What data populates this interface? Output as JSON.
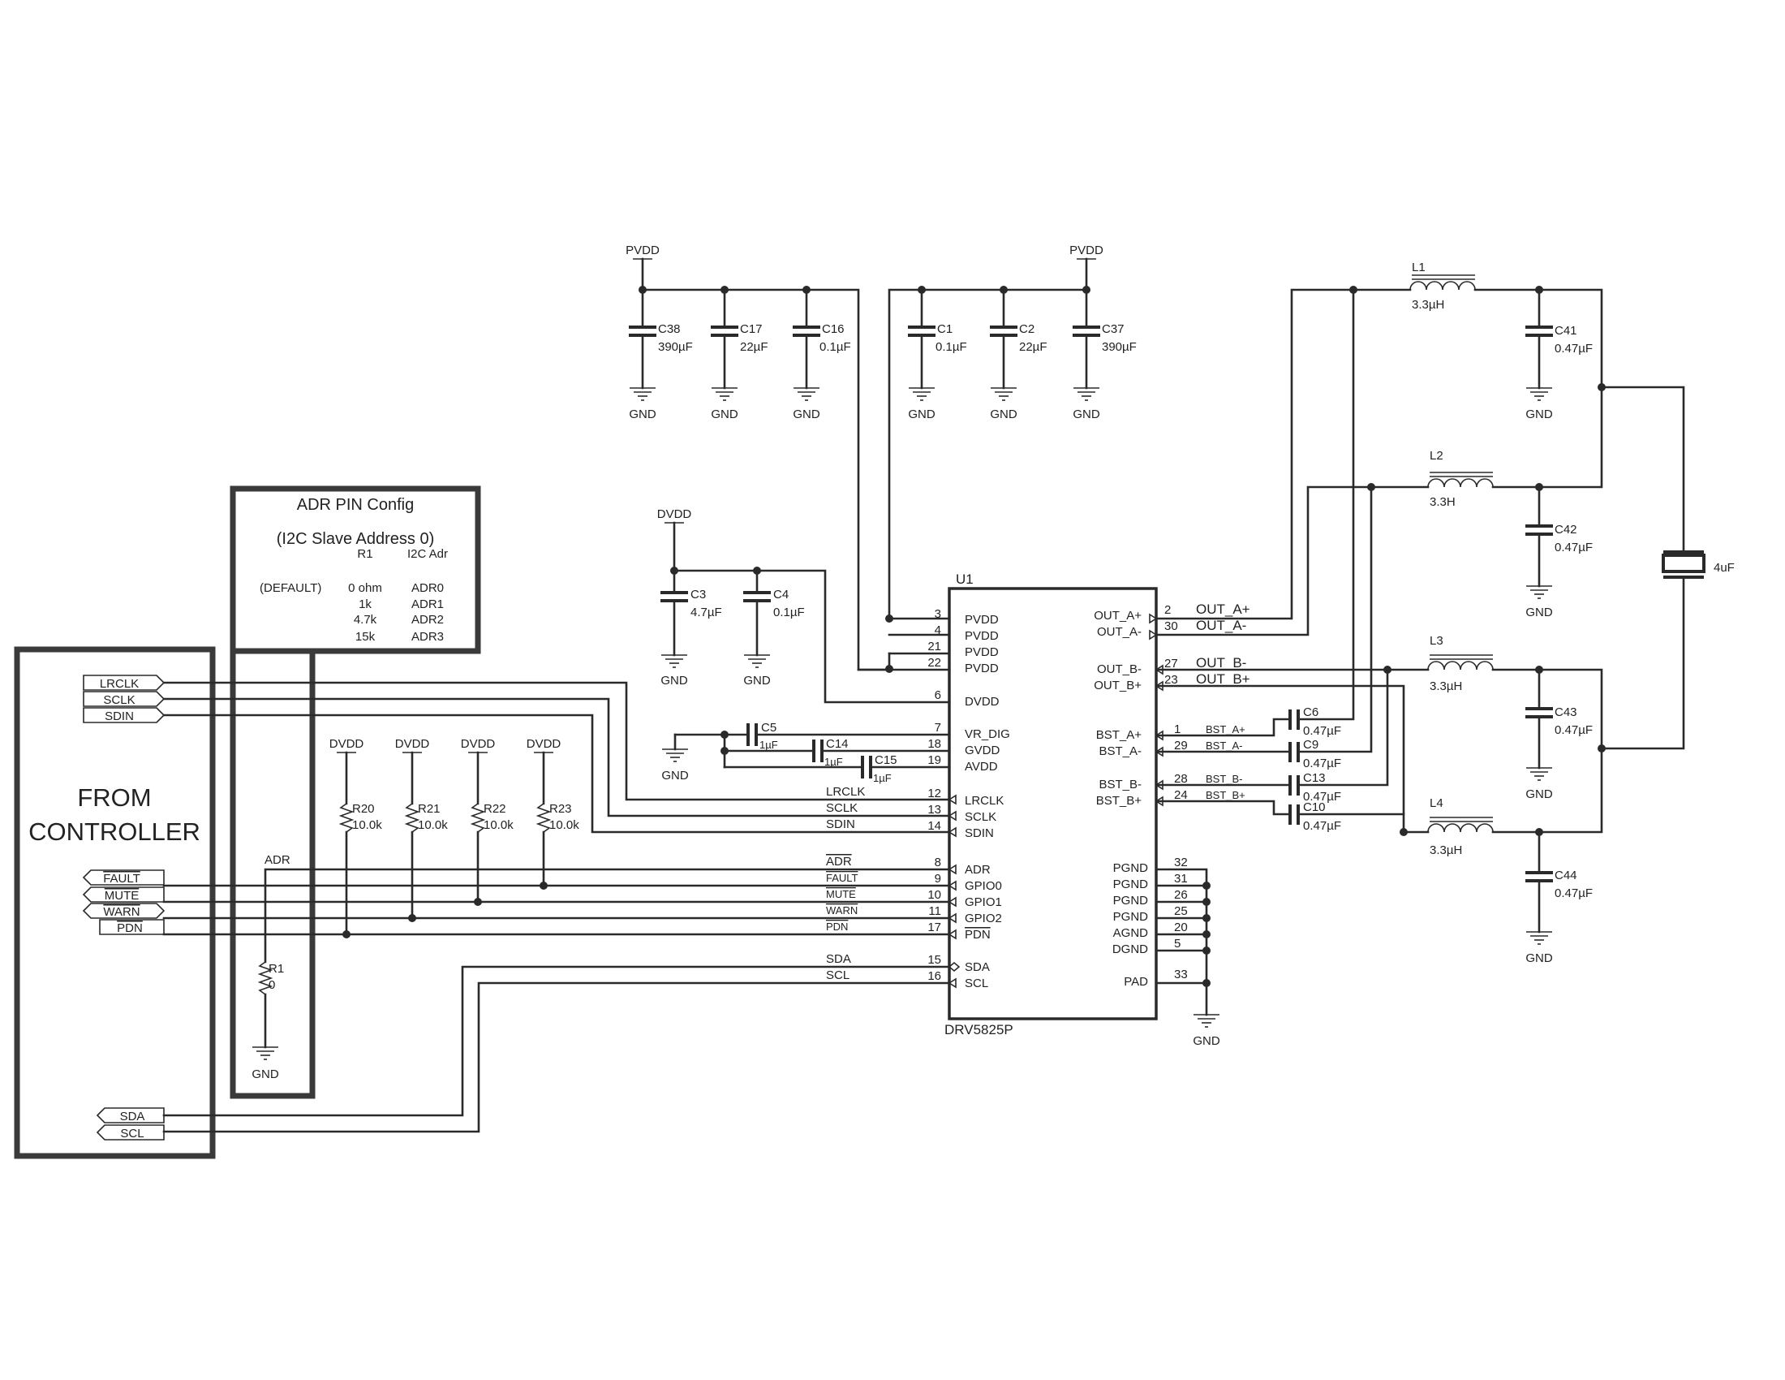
{
  "header": {
    "pvdd_left": "PVDD",
    "pvdd_right": "PVDD",
    "dvdd_top": "DVDD"
  },
  "controller": {
    "title_line1": "FROM",
    "title_line2": "CONTROLLER",
    "ports_top": [
      "LRCLK",
      "SCLK",
      "SDIN"
    ],
    "ports_mid": [
      "FAULT",
      "MUTE",
      "WARN",
      "PDN"
    ],
    "ports_bottom": [
      "SDA",
      "SCL"
    ]
  },
  "adr_config": {
    "title": "ADR PIN Config",
    "subtitle": "(I2C Slave Address 0)",
    "col_r1": "R1",
    "col_adr": "I2C Adr",
    "default_label": "(DEFAULT)",
    "rows": [
      {
        "r1": "0 ohm",
        "adr": "ADR0"
      },
      {
        "r1": "1k",
        "adr": "ADR1"
      },
      {
        "r1": "4.7k",
        "adr": "ADR2"
      },
      {
        "r1": "15k",
        "adr": "ADR3"
      }
    ],
    "adr_net": "ADR",
    "r1_ref": "R1",
    "r1_val": "0",
    "gnd": "GND"
  },
  "pullups": [
    {
      "supply": "DVDD",
      "ref": "R20",
      "val": "10.0k"
    },
    {
      "supply": "DVDD",
      "ref": "R21",
      "val": "10.0k"
    },
    {
      "supply": "DVDD",
      "ref": "R22",
      "val": "10.0k"
    },
    {
      "supply": "DVDD",
      "ref": "R23",
      "val": "10.0k"
    }
  ],
  "caps_pvdd_left": [
    {
      "ref": "C38",
      "val": "390µF",
      "gnd": "GND"
    },
    {
      "ref": "C17",
      "val": "22µF",
      "gnd": "GND"
    },
    {
      "ref": "C16",
      "val": "0.1µF",
      "gnd": "GND"
    }
  ],
  "caps_pvdd_right": [
    {
      "ref": "C1",
      "val": "0.1µF",
      "gnd": "GND"
    },
    {
      "ref": "C2",
      "val": "22µF",
      "gnd": "GND"
    },
    {
      "ref": "C37",
      "val": "390µF",
      "gnd": "GND"
    }
  ],
  "caps_dvdd": [
    {
      "ref": "C3",
      "val": "4.7µF",
      "gnd": "GND"
    },
    {
      "ref": "C4",
      "val": "0.1µF",
      "gnd": "GND"
    }
  ],
  "caps_reg": {
    "c5": {
      "ref": "C5",
      "val": "1µF"
    },
    "c14": {
      "ref": "C14",
      "val": "1µF"
    },
    "c15": {
      "ref": "C15",
      "val": "1µF"
    },
    "gnd": "GND"
  },
  "ic": {
    "ref": "U1",
    "part": "DRV5825P",
    "left_pins": [
      {
        "num": "3",
        "name": "PVDD",
        "net": ""
      },
      {
        "num": "4",
        "name": "PVDD",
        "net": ""
      },
      {
        "num": "21",
        "name": "PVDD",
        "net": ""
      },
      {
        "num": "22",
        "name": "PVDD",
        "net": ""
      },
      {
        "num": "6",
        "name": "DVDD",
        "net": ""
      },
      {
        "num": "7",
        "name": "VR_DIG",
        "net": ""
      },
      {
        "num": "18",
        "name": "GVDD",
        "net": ""
      },
      {
        "num": "19",
        "name": "AVDD",
        "net": ""
      },
      {
        "num": "12",
        "name": "LRCLK",
        "net": "LRCLK"
      },
      {
        "num": "13",
        "name": "SCLK",
        "net": "SCLK"
      },
      {
        "num": "14",
        "name": "SDIN",
        "net": "SDIN"
      },
      {
        "num": "8",
        "name": "ADR",
        "net": "ADR"
      },
      {
        "num": "9",
        "name": "GPIO0",
        "net": "FAULT"
      },
      {
        "num": "10",
        "name": "GPIO1",
        "net": "MUTE"
      },
      {
        "num": "11",
        "name": "GPIO2",
        "net": "WARN"
      },
      {
        "num": "17",
        "name": "PDN",
        "net": "PDN"
      },
      {
        "num": "15",
        "name": "SDA",
        "net": "SDA"
      },
      {
        "num": "16",
        "name": "SCL",
        "net": "SCL"
      }
    ],
    "right_pins": [
      {
        "num": "2",
        "name": "OUT_A+",
        "net": "OUT_A+"
      },
      {
        "num": "30",
        "name": "OUT_A-",
        "net": "OUT_A-"
      },
      {
        "num": "27",
        "name": "OUT_B-",
        "net": "OUT_B-"
      },
      {
        "num": "23",
        "name": "OUT_B+",
        "net": "OUT_B+"
      },
      {
        "num": "1",
        "name": "BST_A+",
        "net": "BST_A+"
      },
      {
        "num": "29",
        "name": "BST_A-",
        "net": "BST_A-"
      },
      {
        "num": "28",
        "name": "BST_B-",
        "net": "BST_B-"
      },
      {
        "num": "24",
        "name": "BST_B+",
        "net": "BST_B+"
      },
      {
        "num": "32",
        "name": "PGND",
        "net": ""
      },
      {
        "num": "31",
        "name": "PGND",
        "net": ""
      },
      {
        "num": "26",
        "name": "PGND",
        "net": ""
      },
      {
        "num": "25",
        "name": "PGND",
        "net": ""
      },
      {
        "num": "20",
        "name": "AGND",
        "net": ""
      },
      {
        "num": "5",
        "name": "DGND",
        "net": ""
      },
      {
        "num": "33",
        "name": "PAD",
        "net": ""
      }
    ],
    "gnd": "GND"
  },
  "bst_caps": [
    {
      "ref": "C6",
      "val": "0.47µF"
    },
    {
      "ref": "C9",
      "val": "0.47µF"
    },
    {
      "ref": "C13",
      "val": "0.47µF"
    },
    {
      "ref": "C10",
      "val": "0.47µF"
    }
  ],
  "inductors": [
    {
      "ref": "L1",
      "val": "3.3µH"
    },
    {
      "ref": "L2",
      "val": "3.3H"
    },
    {
      "ref": "L3",
      "val": "3.3µH"
    },
    {
      "ref": "L4",
      "val": "3.3µH"
    }
  ],
  "filter_caps": [
    {
      "ref": "C41",
      "val": "0.47µF",
      "gnd": "GND"
    },
    {
      "ref": "C42",
      "val": "0.47µF",
      "gnd": "GND"
    },
    {
      "ref": "C43",
      "val": "0.47µF",
      "gnd": "GND"
    },
    {
      "ref": "C44",
      "val": "0.47µF",
      "gnd": "GND"
    }
  ],
  "output_cap": {
    "val": "4uF"
  }
}
